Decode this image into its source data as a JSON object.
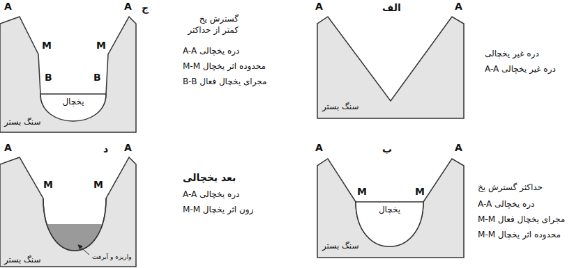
{
  "diagram": {
    "nodes": [
      {
        "text": [
          "یخچال"
        ]
      },
      {
        "text": [
          "یخچال"
        ]
      }
    ],
    "labels": [
      "A",
      "A",
      "ج",
      "M",
      "M",
      "B",
      "B",
      "سنگ بستر",
      "گسترش یخ کمتر از حداکثر",
      "A-A دره یخچالی",
      "M-M محدوده اثر یخچال",
      "B-B مجرای یخچال فعال",
      "A",
      "A",
      "الف",
      "سنگ بستر",
      "دره غیر یخچالی",
      "A-A دره غیر یخچالی",
      "A",
      "A",
      "د",
      "M",
      "M",
      "واریزه و آبرفت",
      "سنگ بستر",
      "بعد یخچالی",
      "A-A دره یخچالی",
      "M-M زون اثر یخچال",
      "A",
      "A",
      "ب",
      "M",
      "M",
      "سنگ بستر",
      "حداکثر گسترش یخ",
      "A-A دره یخچالی",
      "M-M مجرای یخچال فعال",
      "M-M محدوده اثر یخچال"
    ]
  }
}
